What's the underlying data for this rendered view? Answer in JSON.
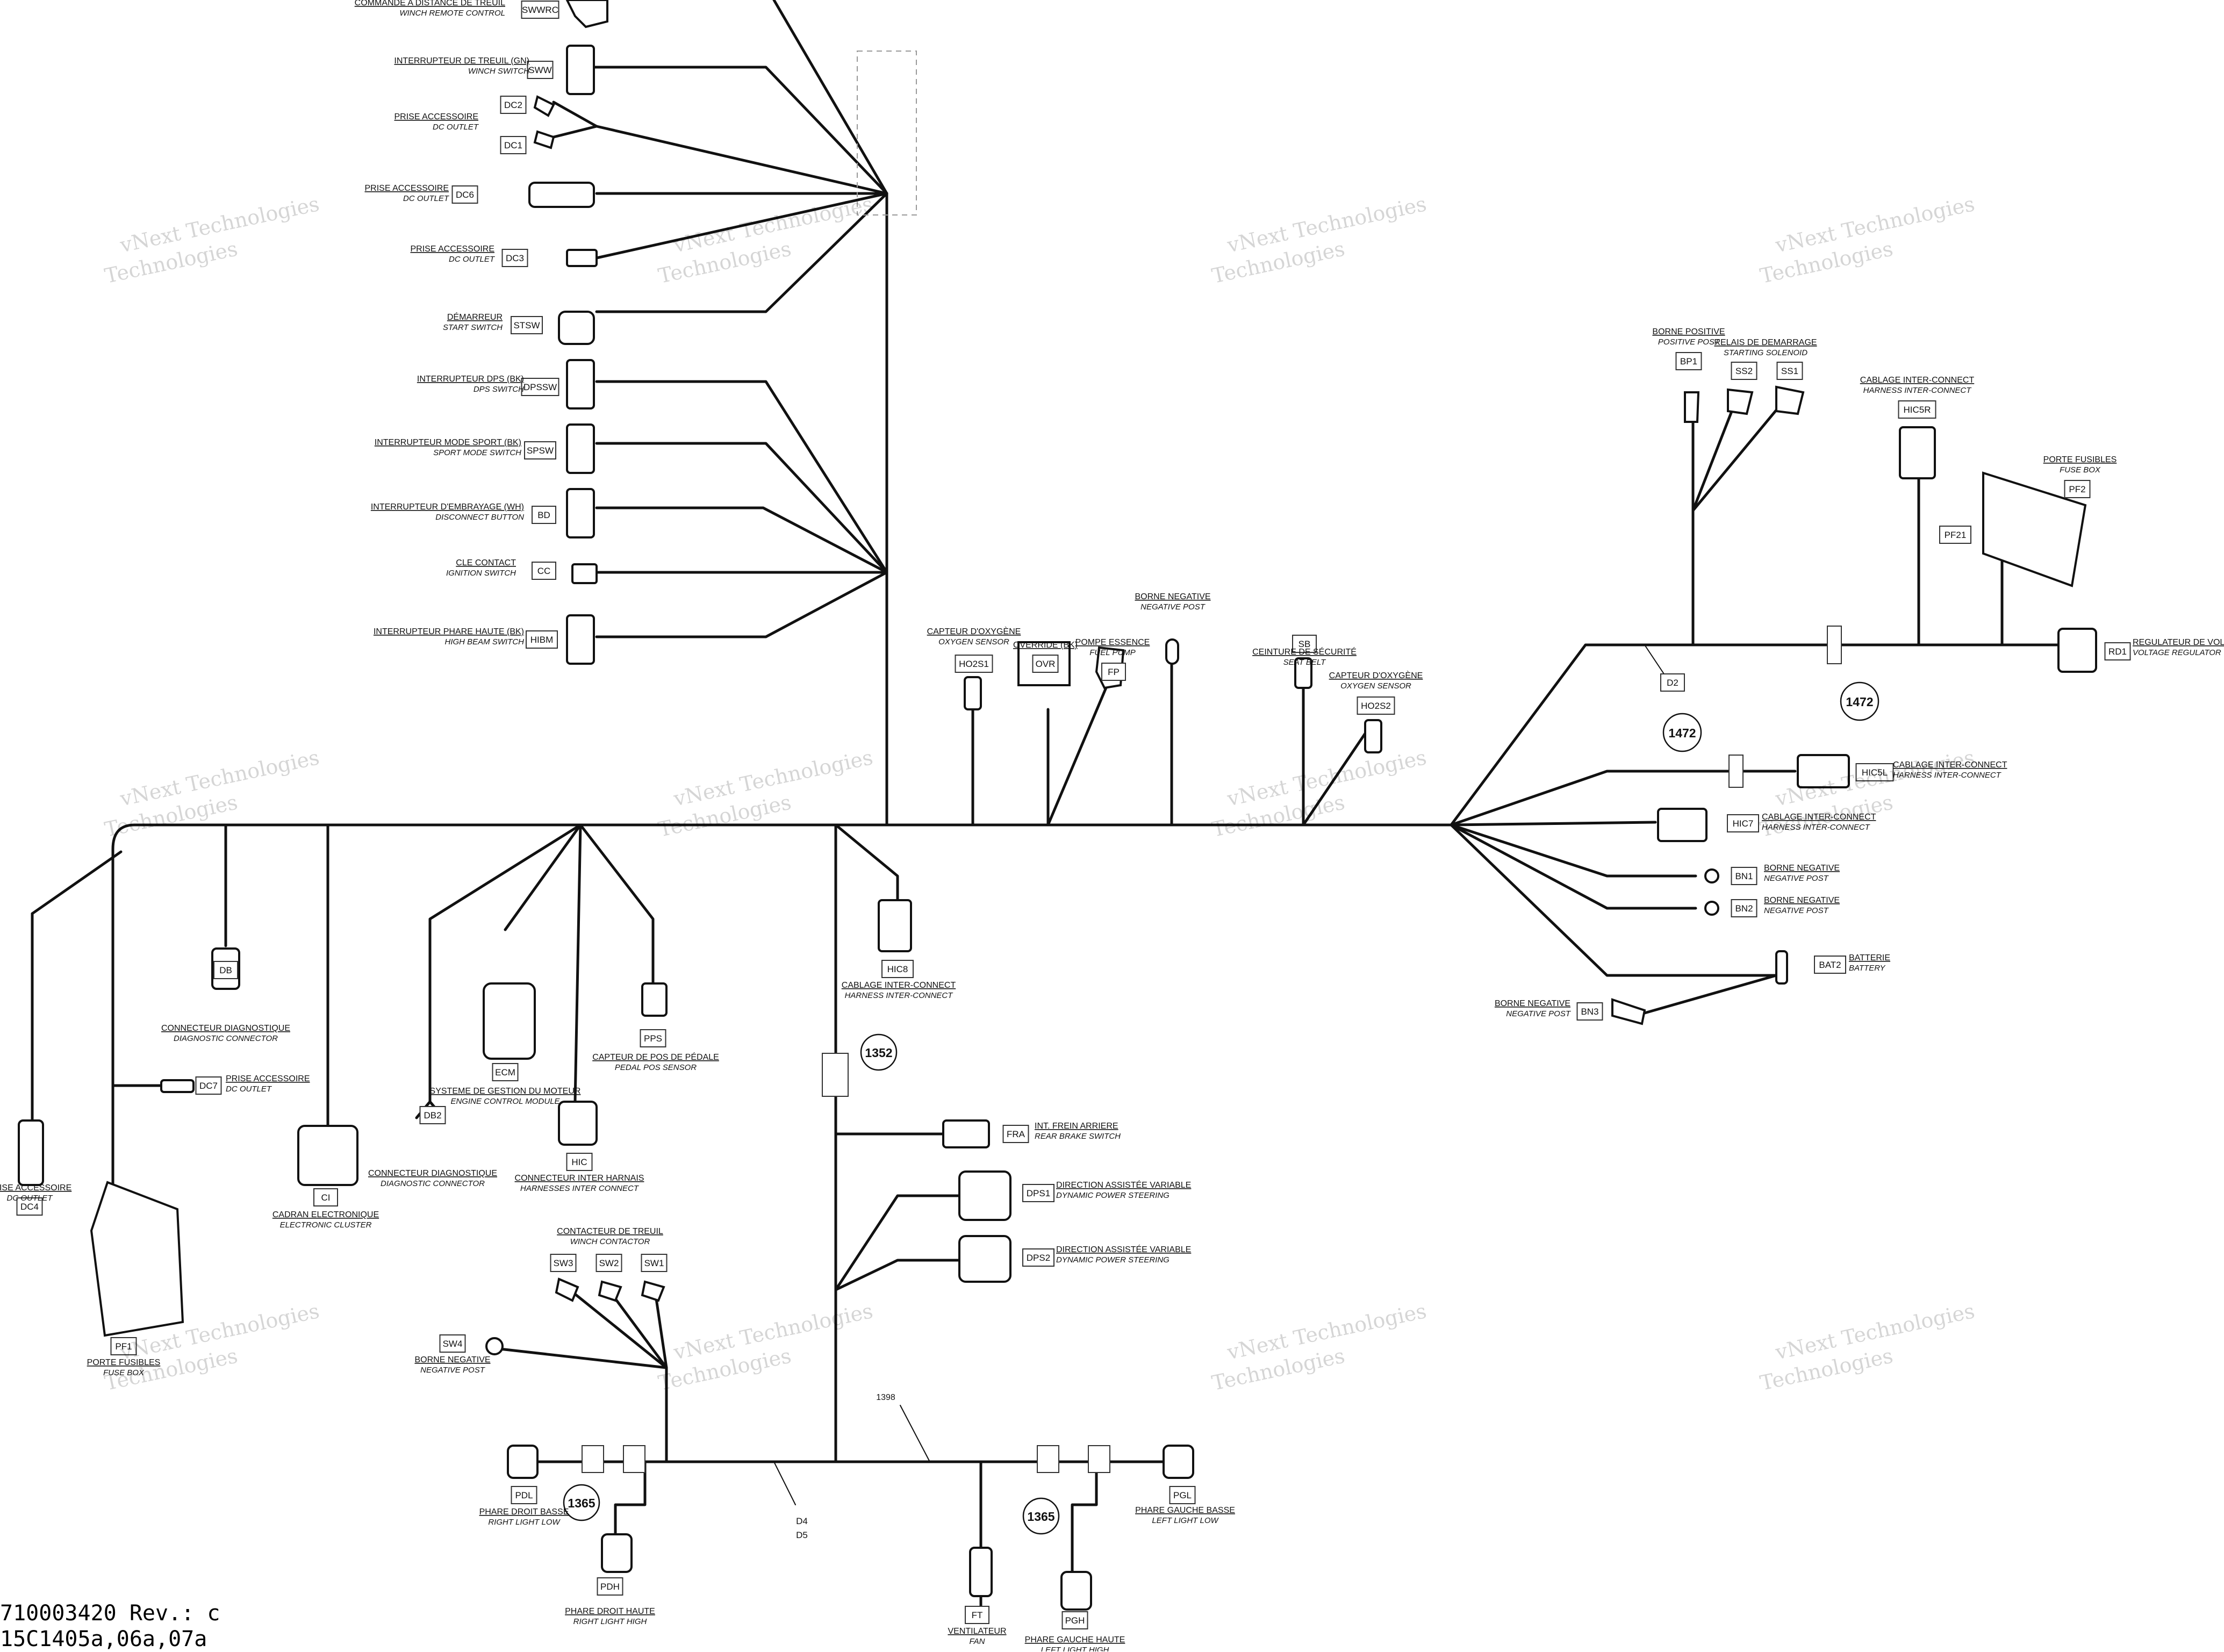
{
  "watermark": {
    "line1": "vNext Technologies",
    "line2": "Technologies"
  },
  "footer": {
    "part_number": "710003420 Rev.: c",
    "diagram_refs": "15C1405a,06a,07a"
  },
  "refs": {
    "r1472a": "1472",
    "r1472b": "1472",
    "r1352": "1352",
    "r1365a": "1365",
    "r1365b": "1365",
    "r1398": "1398"
  },
  "components": [
    {
      "id": "swwrc",
      "code": "SWWRC",
      "fr": "COMMANDE A DISTANCE DE TREUIL",
      "en": "WINCH REMOTE CONTROL"
    },
    {
      "id": "sww",
      "code": "SWW",
      "fr": "INTERRUPTEUR DE TREUIL (GN)",
      "en": "WINCH SWITCH"
    },
    {
      "id": "dc2",
      "code": "DC2",
      "fr": "PRISE ACCESSOIRE",
      "en": "DC OUTLET"
    },
    {
      "id": "dc1",
      "code": "DC1",
      "fr": "",
      "en": ""
    },
    {
      "id": "dc6",
      "code": "DC6",
      "fr": "PRISE ACCESSOIRE",
      "en": "DC OUTLET"
    },
    {
      "id": "dc3",
      "code": "DC3",
      "fr": "PRISE ACCESSOIRE",
      "en": "DC OUTLET"
    },
    {
      "id": "stsw",
      "code": "STSW",
      "fr": "DÉMARREUR",
      "en": "START SWITCH"
    },
    {
      "id": "dpssw",
      "code": "DPSSW",
      "fr": "INTERRUPTEUR DPS (BK)",
      "en": "DPS SWITCH"
    },
    {
      "id": "spsw",
      "code": "SPSW",
      "fr": "INTERRUPTEUR MODE SPORT (BK)",
      "en": "SPORT MODE SWITCH"
    },
    {
      "id": "bd",
      "code": "BD",
      "fr": "INTERRUPTEUR D'EMBRAYAGE (WH)",
      "en": "DISCONNECT BUTTON"
    },
    {
      "id": "cc",
      "code": "CC",
      "fr": "CLE CONTACT",
      "en": "IGNITION SWITCH"
    },
    {
      "id": "hibm",
      "code": "HIBM",
      "fr": "INTERRUPTEUR PHARE HAUTE (BK)",
      "en": "HIGH BEAM SWITCH"
    },
    {
      "id": "ho2s1",
      "code": "HO2S1",
      "fr": "CAPTEUR D'OXYGÈNE",
      "en": "OXYGEN SENSOR"
    },
    {
      "id": "ovr",
      "code": "OVR",
      "fr": "OVERRIDE (BK)",
      "en": ""
    },
    {
      "id": "fp",
      "code": "FP",
      "fr": "POMPE ESSENCE",
      "en": "FUEL PUMP"
    },
    {
      "id": "negpost1",
      "code": "",
      "fr": "BORNE NEGATIVE",
      "en": "NEGATIVE POST"
    },
    {
      "id": "sb",
      "code": "SB",
      "fr": "CEINTURE DE SÉCURITÉ",
      "en": "SEAT BELT"
    },
    {
      "id": "ho2s2",
      "code": "HO2S2",
      "fr": "CAPTEUR D'OXYGÈNE",
      "en": "OXYGEN SENSOR"
    },
    {
      "id": "bp1",
      "code": "BP1",
      "fr": "BORNE POSITIVE",
      "en": "POSITIVE POST"
    },
    {
      "id": "ss2",
      "code": "SS2",
      "fr": "RELAIS DE DEMARRAGE",
      "en": "STARTING SOLENOID"
    },
    {
      "id": "ss1",
      "code": "SS1",
      "fr": "",
      "en": ""
    },
    {
      "id": "hic5r",
      "code": "HIC5R",
      "fr": "CABLAGE INTER-CONNECT",
      "en": "HARNESS INTER-CONNECT"
    },
    {
      "id": "pf2",
      "code": "PF2",
      "fr": "PORTE FUSIBLES",
      "en": "FUSE BOX"
    },
    {
      "id": "pf21",
      "code": "PF21",
      "fr": "",
      "en": ""
    },
    {
      "id": "rd1",
      "code": "RD1",
      "fr": "REGULATEUR DE VOLTAGE",
      "en": "VOLTAGE REGULATOR"
    },
    {
      "id": "d2",
      "code": "D2",
      "fr": "",
      "en": ""
    },
    {
      "id": "hic5l",
      "code": "HIC5L",
      "fr": "CABLAGE INTER-CONNECT",
      "en": "HARNESS INTER-CONNECT"
    },
    {
      "id": "hic7",
      "code": "HIC7",
      "fr": "CABLAGE INTER-CONNECT",
      "en": "HARNESS INTER-CONNECT"
    },
    {
      "id": "bn1",
      "code": "BN1",
      "fr": "BORNE NEGATIVE",
      "en": "NEGATIVE POST"
    },
    {
      "id": "bn2",
      "code": "BN2",
      "fr": "BORNE NEGATIVE",
      "en": "NEGATIVE POST"
    },
    {
      "id": "bat2",
      "code": "BAT2",
      "fr": "BATTERIE",
      "en": "BATTERY"
    },
    {
      "id": "bn3",
      "code": "BN3",
      "fr": "BORNE NEGATIVE",
      "en": "NEGATIVE POST"
    },
    {
      "id": "db",
      "code": "DB",
      "fr": "CONNECTEUR DIAGNOSTIQUE",
      "en": "DIAGNOSTIC CONNECTOR"
    },
    {
      "id": "dc7",
      "code": "DC7",
      "fr": "PRISE ACCESSOIRE",
      "en": "DC OUTLET"
    },
    {
      "id": "dc4",
      "code": "DC4",
      "fr": "PRISE ACCESSOIRE",
      "en": "DC OUTLET"
    },
    {
      "id": "pf1",
      "code": "PF1",
      "fr": "PORTE FUSIBLES",
      "en": "FUSE BOX"
    },
    {
      "id": "ci",
      "code": "CI",
      "fr": "CADRAN ELECTRONIQUE",
      "en": "ELECTRONIC CLUSTER"
    },
    {
      "id": "db2",
      "code": "DB2",
      "fr": "CONNECTEUR DIAGNOSTIQUE",
      "en": "DIAGNOSTIC CONNECTOR"
    },
    {
      "id": "ecm",
      "code": "ECM",
      "fr": "SYSTEME DE GESTION DU MOTEUR",
      "en": "ENGINE CONTROL MODULE"
    },
    {
      "id": "hic",
      "code": "HIC",
      "fr": "CONNECTEUR INTER HARNAIS",
      "en": "HARNESSES INTER CONNECT"
    },
    {
      "id": "pps",
      "code": "PPS",
      "fr": "CAPTEUR DE POS DE PÉDALE",
      "en": "PEDAL POS SENSOR"
    },
    {
      "id": "hic8",
      "code": "HIC8",
      "fr": "CABLAGE INTER-CONNECT",
      "en": "HARNESS INTER-CONNECT"
    },
    {
      "id": "fra",
      "code": "FRA",
      "fr": "INT. FREIN ARRIERE",
      "en": "REAR BRAKE SWITCH"
    },
    {
      "id": "dps1",
      "code": "DPS1",
      "fr": "DIRECTION ASSISTÉE VARIABLE",
      "en": "DYNAMIC POWER STEERING"
    },
    {
      "id": "dps2",
      "code": "DPS2",
      "fr": "DIRECTION ASSISTÉE VARIABLE",
      "en": "DYNAMIC POWER STEERING"
    },
    {
      "id": "swc",
      "code": "",
      "fr": "CONTACTEUR DE TREUIL",
      "en": "WINCH CONTACTOR"
    },
    {
      "id": "sw3",
      "code": "SW3",
      "fr": "",
      "en": ""
    },
    {
      "id": "sw2",
      "code": "SW2",
      "fr": "",
      "en": ""
    },
    {
      "id": "sw1",
      "code": "SW1",
      "fr": "",
      "en": ""
    },
    {
      "id": "sw4",
      "code": "SW4",
      "fr": "BORNE NEGATIVE",
      "en": "NEGATIVE POST"
    },
    {
      "id": "pdl",
      "code": "PDL",
      "fr": "PHARE DROIT BASSE",
      "en": "RIGHT LIGHT LOW"
    },
    {
      "id": "pdh",
      "code": "PDH",
      "fr": "PHARE DROIT HAUTE",
      "en": "RIGHT LIGHT HIGH"
    },
    {
      "id": "d4",
      "code": "D4",
      "fr": "",
      "en": ""
    },
    {
      "id": "d5",
      "code": "D5",
      "fr": "",
      "en": ""
    },
    {
      "id": "ft",
      "code": "FT",
      "fr": "VENTILATEUR",
      "en": "FAN"
    },
    {
      "id": "pgh",
      "code": "PGH",
      "fr": "PHARE GAUCHE HAUTE",
      "en": "LEFT LIGHT HIGH"
    },
    {
      "id": "pgl",
      "code": "PGL",
      "fr": "PHARE GAUCHE BASSE",
      "en": "LEFT LIGHT LOW"
    }
  ]
}
